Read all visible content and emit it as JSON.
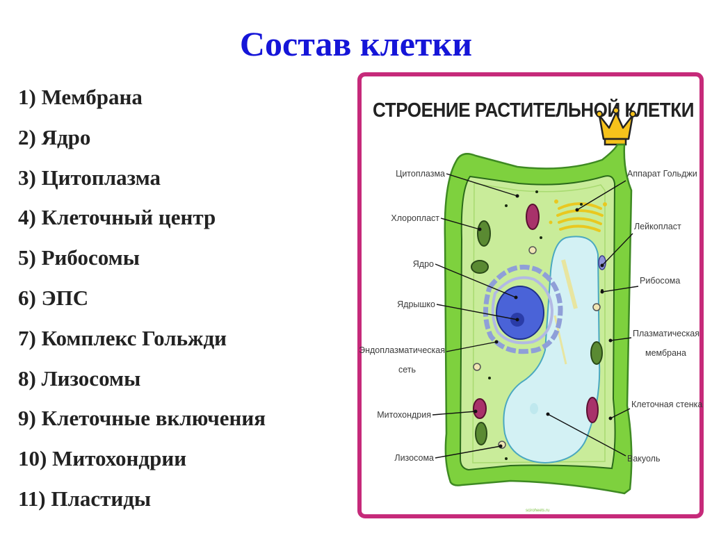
{
  "slide": {
    "title": "Состав клетки",
    "items": [
      "1) Мембрана",
      "2) Ядро",
      "3) Цитоплазма",
      "4) Клеточный центр",
      "5) Рибосомы",
      "6) ЭПС",
      "7) Комплекс Гольжди",
      "8) Лизосомы",
      "9) Клеточные включения",
      "10) Митохондрии",
      "11) Пластиды"
    ]
  },
  "poster": {
    "title": "СТРОЕНИЕ РАСТИТЕЛЬНОЙ КЛЕТКИ",
    "credit": "sciroheets.ru",
    "colors": {
      "frame": "#c62a7a",
      "wall": "#7ed13e",
      "cytoplasm": "#c9ec9a",
      "vacuole": "#d3f1f4",
      "nucleus": "#4a63d8"
    },
    "left_labels": {
      "cytoplasm": "Цитоплазма",
      "chloroplast": "Хлоропласт",
      "nucleus": "Ядро",
      "nucleolus": "Ядрышко",
      "er_line1": "Эндоплазматическая",
      "er_line2": "сеть",
      "mitochondrion": "Митохондрия",
      "lysosome": "Лизосома"
    },
    "right_labels": {
      "golgi": "Аппарат Гольджи",
      "leucoplast": "Лейкопласт",
      "ribosome": "Рибосома",
      "membrane_line1": "Плазматическая",
      "membrane_line2": "мембрана",
      "cell_wall": "Клеточная стенка",
      "vacuole": "Вакуоль"
    }
  }
}
